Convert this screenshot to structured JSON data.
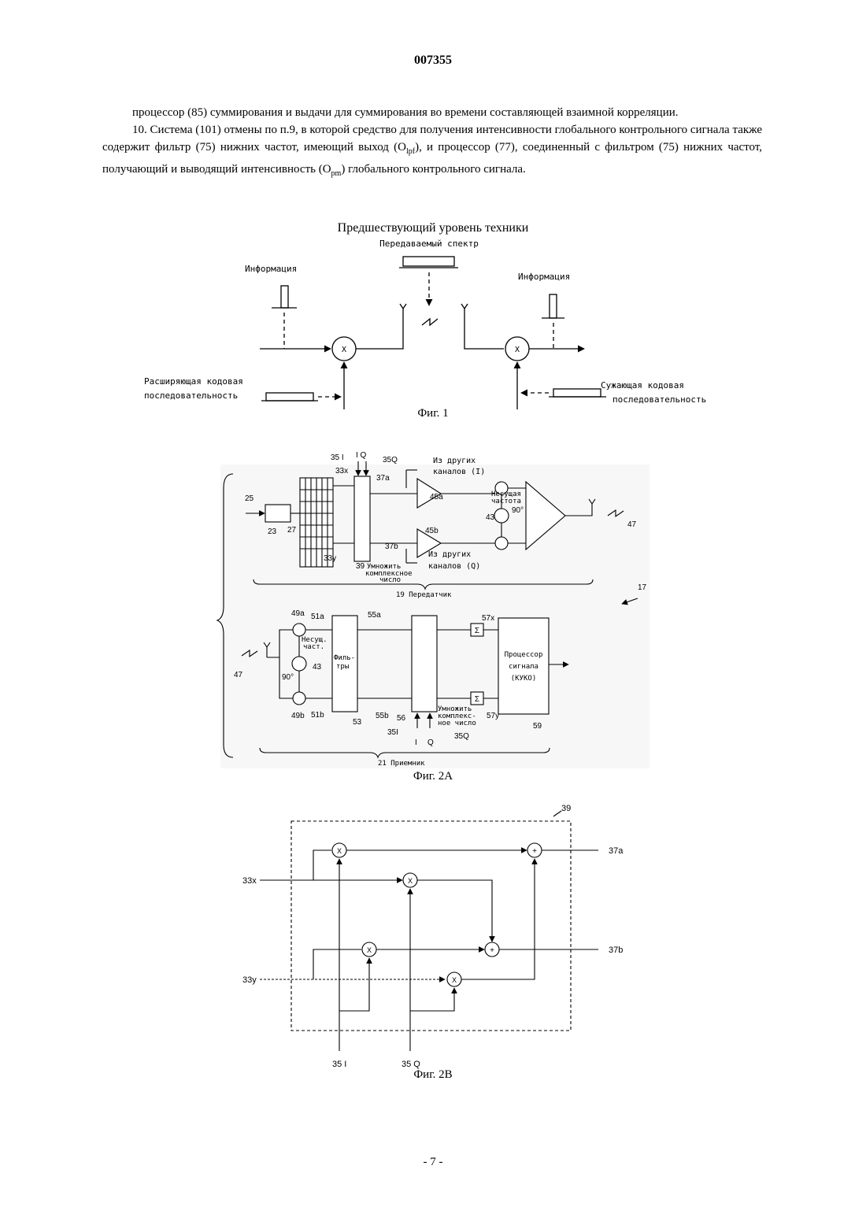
{
  "header": {
    "doc_number": "007355"
  },
  "claims": {
    "cont_text": "процессор (85) суммирования и выдачи для суммирования во времени составляющей взаимной корреляции.",
    "claim10": {
      "p1": "10. Система (101) отмены по п.9, в которой средство для получения интенсивности глобального контрольного сигнала также содержит фильтр (75) нижних частот, имеющий выход (O",
      "s1": "lpf",
      "p2": "), и процессор (77), соединенный с фильтром (75) нижних частот, получающий и выводящий интенсивность (O",
      "s2": "pm",
      "p3": ") глобального контрольного сигнала."
    }
  },
  "fig1": {
    "title": "Предшествующий уровень техники",
    "transmitted_spectrum": "Передаваемый спектр",
    "info_left": "Информация",
    "info_right": "Информация",
    "mult_symbol": "X",
    "spread_line1": "Расширяющая кодовая",
    "spread_line2": "последовательность",
    "despread_line1": "Сужающая кодовая",
    "despread_line2": "последовательность",
    "caption": "Фиг. 1"
  },
  "fig2a": {
    "tx": {
      "l35I": "35 I",
      "lIQ": "I Q",
      "l35Q": "35Q",
      "l33x": "33x",
      "l37a": "37a",
      "other_i_1": "Из других",
      "other_i_2": "каналов (I)",
      "l45a": "45a",
      "carrier_1": "Несущая",
      "carrier_2": "частота",
      "l43": "43",
      "l90": "90°",
      "l25": "25",
      "l23": "23",
      "l27": "27",
      "l33y": "33y",
      "l37b": "37b",
      "l45b": "45b",
      "other_q_1": "Из других",
      "other_q_2": "каналов (Q)",
      "l39": "39",
      "mul_1": "Умножить",
      "mul_2": "комплексное",
      "mul_3": "число",
      "l47": "47",
      "tx_label": "19 Передатчик",
      "l17": "17"
    },
    "rx": {
      "l49a": "49a",
      "l51a": "51a",
      "l55a": "55a",
      "l57x": "57x",
      "carr_1": "Несущ.",
      "carr_2": "част.",
      "l43": "43",
      "filt_1": "Филь-",
      "filt_2": "тры",
      "proc_1": "Процессор",
      "proc_2": "сигнала",
      "proc_3": "(КУКО)",
      "l47": "47",
      "l90": "90°",
      "l49b": "49b",
      "l51b": "51b",
      "l53": "53",
      "l55b": "55b",
      "l56": "56",
      "mul_1": "Умножить",
      "mul_2": "комплекс-",
      "mul_3": "ное число",
      "l57y": "57y",
      "l59": "59",
      "l35I": "35I",
      "lI": "I",
      "lQ": "Q",
      "l35Q": "35Q",
      "sum": "Σ",
      "rx_label": "21 Приемник"
    },
    "caption": "Фиг. 2A"
  },
  "fig2b": {
    "l39": "39",
    "l33x": "33x",
    "l33y": "33y",
    "l37a": "37a",
    "l37b": "37b",
    "l35I": "35 I",
    "l35Q": "35 Q",
    "mult": "X",
    "plus": "+",
    "caption": "Фиг. 2B"
  },
  "footer": {
    "page": "- 7 -"
  }
}
